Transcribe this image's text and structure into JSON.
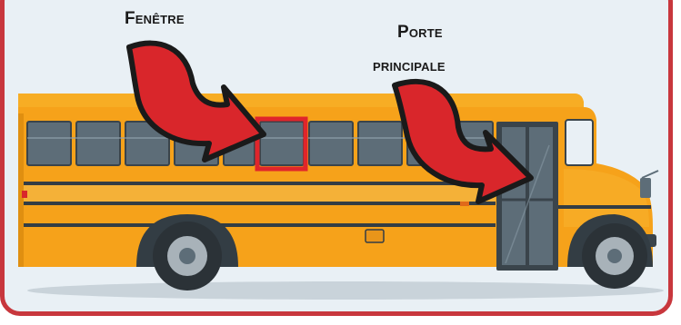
{
  "labels": {
    "window": "Fenêtre",
    "door_line1": "Porte",
    "door_line2": "principale"
  },
  "colors": {
    "frame_border": "#c8373d",
    "background": "#e9f0f5",
    "bus_body": "#f6a21a",
    "bus_highlight": "#fbc04a",
    "arrow_fill": "#d9262b",
    "window_glass": "#5d6d78",
    "highlight_box": "#e0252b"
  },
  "icons": {
    "arrow_window": "curved-arrow-icon",
    "arrow_door": "curved-arrow-icon"
  }
}
